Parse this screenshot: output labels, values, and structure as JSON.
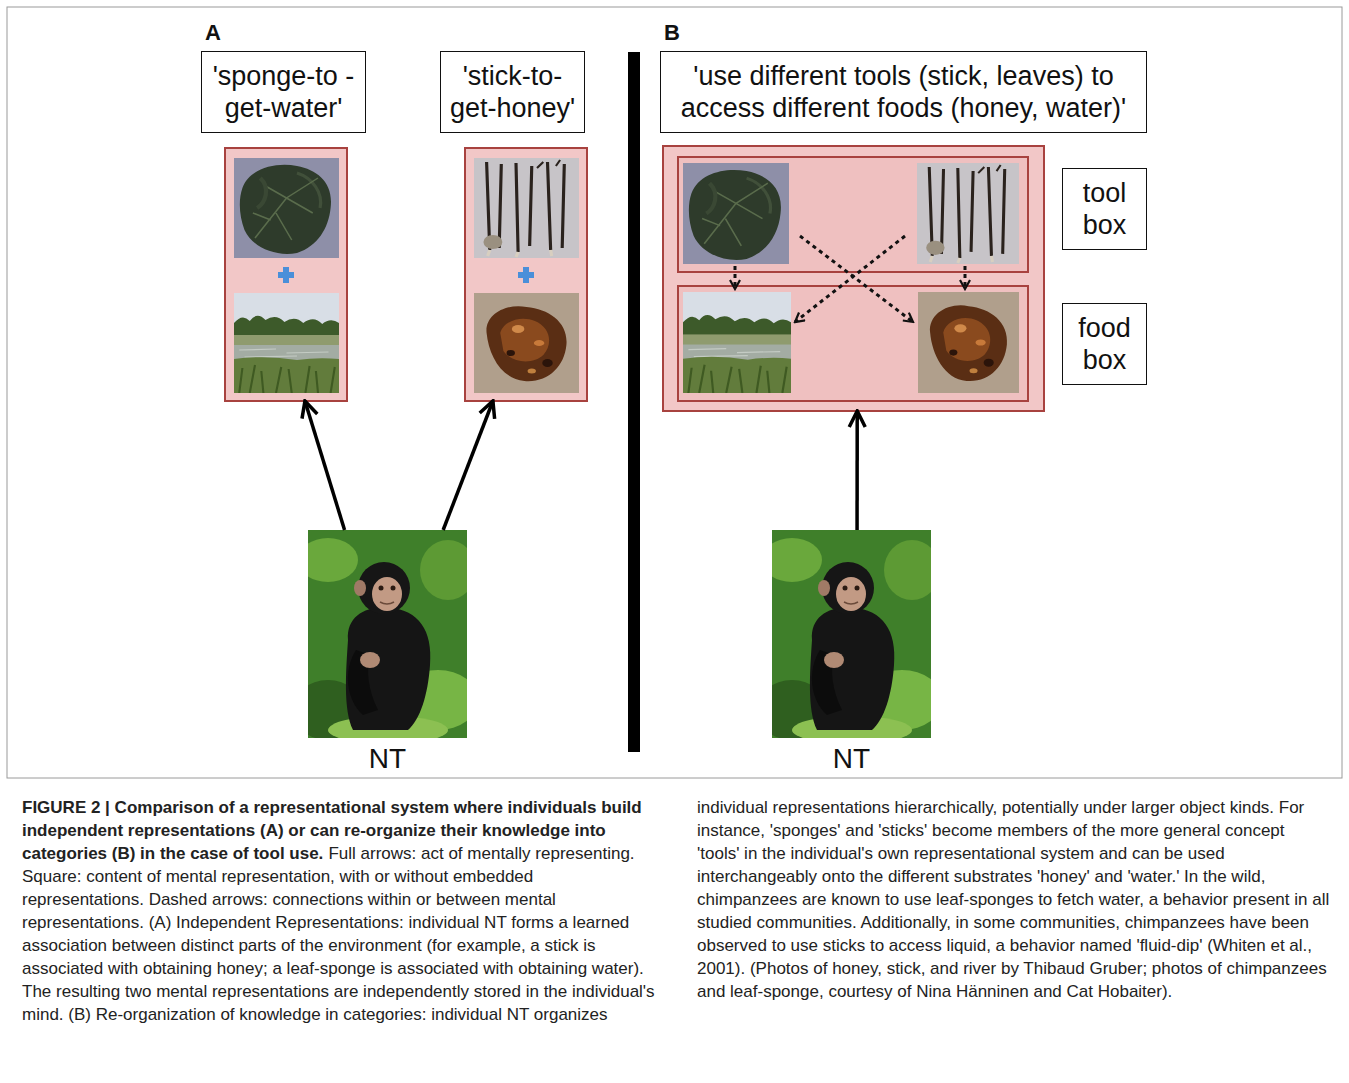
{
  "diagram": {
    "title": "FIGURE 2 | Comparison of a representational system where individuals build independent representations (A) or can re-organize their knowledge into categories (B) in the case of tool use.",
    "caption": "Full arrows: act of mentally representing. Square: content of mental representation, with or without embedded representations. Dashed arrows: connections within or between mental representations. (A) Independent Representations: individual NT forms a learned association between distinct parts of the environment (for example, a stick is associated with obtaining honey; a leaf-sponge is associated with obtaining water). The resulting two mental representations are independently stored in the individual's mind. (B) Re-organization of knowledge in categories: individual NT organizes individual representations hierarchically, potentially under larger object kinds. For instance, 'sponges' and 'sticks' become members of the more general concept 'tools' in the individual's own representational system and can be used interchangeably onto the different substrates 'honey' and 'water.' In the wild, chimpanzees are known to use leaf-sponges to fetch water, a behavior present in all studied communities. Additionally, in some communities, chimpanzees have been observed to use sticks to access liquid, a behavior named 'fluid-dip' (Whiten et al., 2001). (Photos of honey, stick, and river by Thibaud Gruber; photos of chimpanzees and leaf-sponge, courtesy of Nina Hänninen and Cat Hobaiter).",
    "nodes": [
      {
        "text": [
          "'sponge-to -get-water'"
        ]
      },
      {
        "text": [
          "'stick-to- get-honey'"
        ]
      },
      {
        "text": [
          "'use different tools (stick, leaves) to access different foods (honey, water)'"
        ]
      },
      {
        "text": [
          "tool box"
        ],
        "in": 2
      },
      {
        "text": [
          "food box"
        ],
        "in": 2
      },
      {
        "text": [
          "NT"
        ]
      },
      {
        "text": [
          "NT"
        ]
      }
    ],
    "edges": [
      {
        "from": 5,
        "to": 0,
        "arrow": "to"
      },
      {
        "from": 5,
        "to": 1,
        "arrow": "to"
      },
      {
        "from": 6,
        "to": 2,
        "arrow": "to"
      }
    ],
    "labels": [
      "A",
      "B"
    ]
  }
}
